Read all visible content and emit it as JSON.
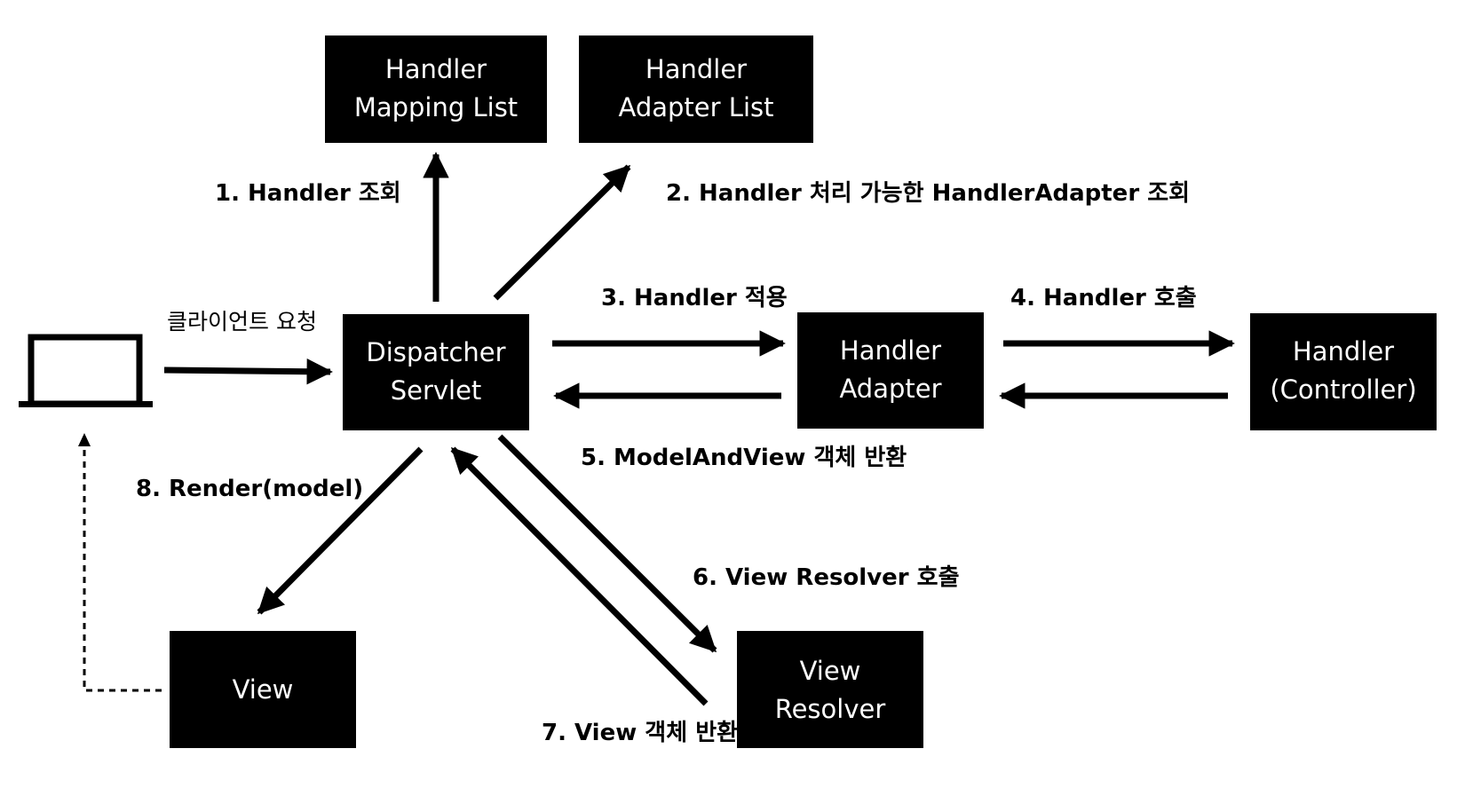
{
  "boxes": {
    "handler_mapping_list": [
      "Handler",
      "Mapping List"
    ],
    "handler_adapter_list": [
      "Handler",
      "Adapter List"
    ],
    "dispatcher_servlet": [
      "Dispatcher",
      "Servlet"
    ],
    "handler_adapter": [
      "Handler",
      "Adapter"
    ],
    "handler_controller": [
      "Handler",
      "(Controller)"
    ],
    "view": [
      "View"
    ],
    "view_resolver": [
      "View",
      "Resolver"
    ]
  },
  "steps": {
    "client_request": "클라이언트 요청",
    "step1": "1. Handler 조회",
    "step2": "2. Handler 처리 가능한 HandlerAdapter 조회",
    "step3": "3. Handler 적용",
    "step4": "4. Handler 호출",
    "step5": "5. ModelAndView 객체 반환",
    "step6": "6. View Resolver 호출",
    "step7": "7. View 객체 반환",
    "step8": "8. Render(model)"
  },
  "icons": {
    "client": "laptop-icon"
  },
  "colors": {
    "box_fill": "#000000",
    "box_text": "#ffffff",
    "arrow": "#000000",
    "background": "#ffffff"
  }
}
